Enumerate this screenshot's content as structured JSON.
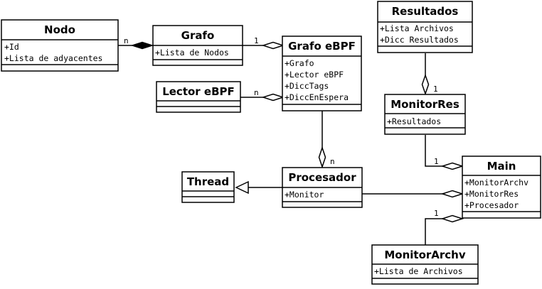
{
  "classes": {
    "nodo": {
      "name": "Nodo",
      "attributes": [
        "+Id",
        "+Lista de adyacentes"
      ]
    },
    "grafo": {
      "name": "Grafo",
      "attributes": [
        "+Lista de Nodos"
      ]
    },
    "grafo_ebpf": {
      "name": "Grafo eBPF",
      "attributes": [
        "+Grafo",
        "+Lector eBPF",
        "+DiccTags",
        "+DiccEnEspera"
      ]
    },
    "lector_ebpf": {
      "name": "Lector eBPF",
      "attributes": []
    },
    "resultados": {
      "name": "Resultados",
      "attributes": [
        "+Lista Archivos",
        "+Dicc Resultados"
      ]
    },
    "monitor_res": {
      "name": "MonitorRes",
      "attributes": [
        "+Resultados"
      ]
    },
    "main": {
      "name": "Main",
      "attributes": [
        "+MonitorArchv",
        "+MonitorRes",
        "+Procesador"
      ]
    },
    "thread": {
      "name": "Thread",
      "attributes": []
    },
    "procesador": {
      "name": "Procesador",
      "attributes": [
        "+Monitor"
      ]
    },
    "monitor_archv": {
      "name": "MonitorArchv",
      "attributes": [
        "+Lista de Archivos"
      ]
    }
  },
  "multiplicities": {
    "nodo_grafo": "n",
    "grafo_grafoebpf": "1",
    "lector_grafoebpf": "n",
    "resultados_monitorres": "1",
    "grafoebpf_procesador": "n",
    "monitorres_main": "1",
    "monitorarchv_main": "1"
  }
}
